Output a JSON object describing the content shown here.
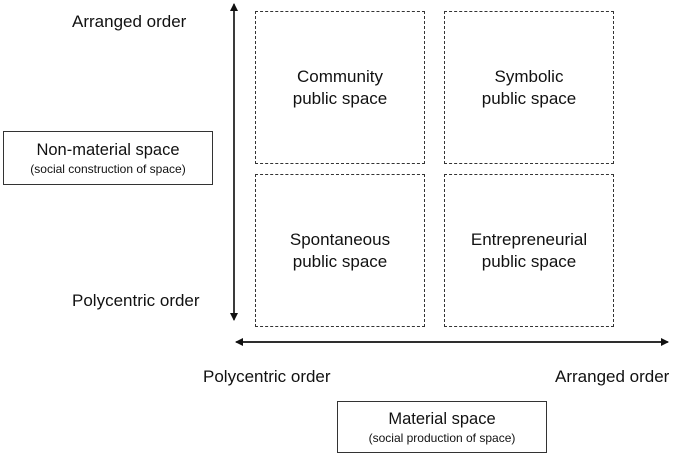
{
  "y_axis": {
    "top_label": "Arranged order",
    "bottom_label": "Polycentric order"
  },
  "x_axis": {
    "left_label": "Polycentric order",
    "right_label": "Arranged order"
  },
  "quadrants": {
    "top_left": [
      "Community",
      "public space"
    ],
    "top_right": [
      "Symbolic",
      "public space"
    ],
    "bottom_left": [
      "Spontaneous",
      "public space"
    ],
    "bottom_right": [
      "Entrepreneurial",
      "public space"
    ]
  },
  "y_dimension": {
    "title": "Non-material space",
    "subtitle": "(social construction of space)"
  },
  "x_dimension": {
    "title": "Material space",
    "subtitle": "(social production of space)"
  }
}
